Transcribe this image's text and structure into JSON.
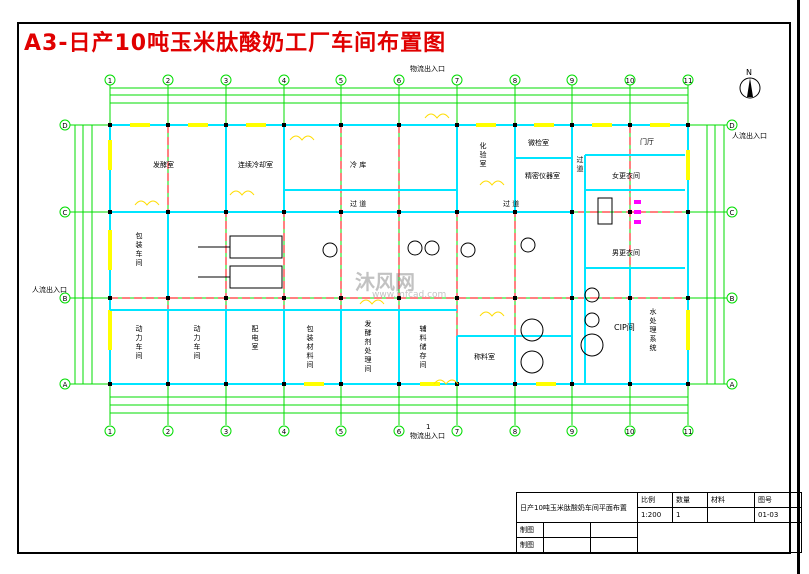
{
  "title": "A3-日产10吨玉米肽酸奶工厂车间布置图",
  "axes": {
    "columns": [
      "1",
      "2",
      "3",
      "4",
      "5",
      "6",
      "7",
      "8",
      "9",
      "10",
      "11"
    ],
    "rows": [
      "D",
      "C",
      "B",
      "A"
    ]
  },
  "north": "N",
  "entrances": {
    "logistics_top": "物流出入口",
    "logistics_bottom": "物流出入口",
    "bottom_mark": "1",
    "people_left": "人流出入口",
    "people_right": "人流出入口"
  },
  "rooms": {
    "fermentation": "发酵室",
    "cooling": "连续冷却室",
    "cold_storage": "冷 库",
    "corridor1": "过 道",
    "corridor2": "过 道",
    "corridor3": "过道",
    "lab": "化验室",
    "micro": "微检室",
    "precision": "精密仪器室",
    "lobby": "门厅",
    "female": "女更衣间",
    "male": "男更衣间",
    "packaging": "包装车间",
    "power1": "动力车间",
    "power2": "动力车间",
    "electric": "配电室",
    "pack_material": "包装材料间",
    "starter": "发酵剂处理间",
    "auxiliary": "辅料储存间",
    "weighing": "称料室",
    "cip": "CIP间",
    "water": "水处理系统"
  },
  "watermark": {
    "main": "沐风网",
    "url": "www.mfcad.com"
  },
  "title_block": {
    "name": "日产10吨玉米肽酸奶车间平面布置",
    "scale_label": "比例",
    "scale": "1:200",
    "qty_label": "数量",
    "qty": "1",
    "material_label": "材料",
    "material": "",
    "drawing_no_label": "图号",
    "drawing_no": "01-03",
    "drawn_by": "制图",
    "drawn_by2": "制图"
  },
  "colors": {
    "title": "#e00000",
    "grid": "#00dd00",
    "wall": "#00e5ff",
    "axis": "#ff0000",
    "window": "#ffff00"
  }
}
